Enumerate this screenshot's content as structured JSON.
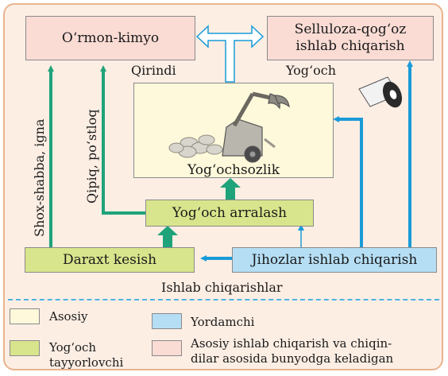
{
  "nodes": {
    "ormon_kimyo": "O‘rmon-kimyo",
    "selluloza_line1": "Selluloza-qog‘oz",
    "selluloza_line2": "ishlab chiqarish",
    "yogochsozlik": "Yog‘ochsozlik",
    "yogoch_arralash": "Yog‘och arralash",
    "daraxt_kesish": "Daraxt kesish",
    "jihozlar": "Jihozlar ishlab chiqarish"
  },
  "labels": {
    "qirindi": "Qirindi",
    "yogoch": "Yog‘och",
    "shox_shabba": "Shox-shabba, igna",
    "qipiq": "Qipiq, po‘stloq",
    "ishlab_chiqarishlar": "Ishlab chiqarishlar"
  },
  "legend": {
    "asosiy": "Asosiy",
    "yordamchi": "Yordamchi",
    "tayyorlovchi_line1": "Yog‘och",
    "tayyorlovchi_line2": "tayyorlovchi",
    "chiqindi_line1": "Asosiy ishlab chiqarish va chiqin-",
    "chiqindi_line2": "dilar asosida bunyodga keladigan"
  },
  "colors": {
    "background": "#fdeee4",
    "asosiy": "#fff9db",
    "tayyorlovchi": "#d9e58c",
    "yordamchi": "#b5def4",
    "chiqindi": "#fadcd5",
    "green_arrow": "#1fa37a",
    "blue_arrow": "#1a9bd8"
  }
}
